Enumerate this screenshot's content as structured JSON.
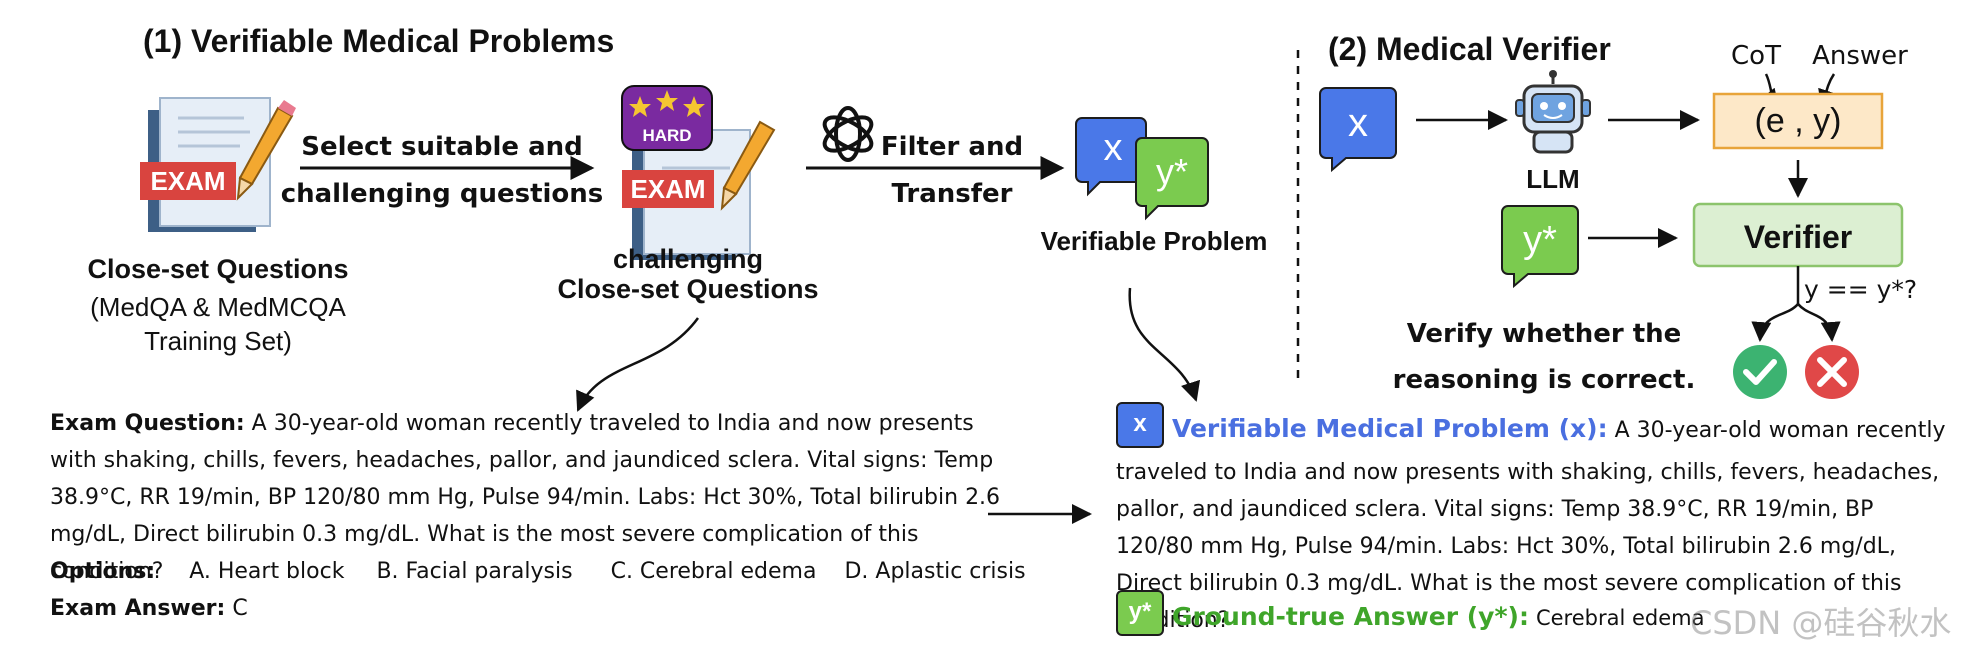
{
  "section1": {
    "title": "(1) Verifiable Medical Problems",
    "exam_label": "EXAM",
    "hard_label": "HARD",
    "step1_arrow_line1": "Select suitable and",
    "step1_arrow_line2": "challenging questions",
    "step2_arrow_line1": "Filter and",
    "step2_arrow_line2": "Transfer",
    "closeset_title": "Close-set Questions",
    "closeset_sub1": "(MedQA & MedMCQA",
    "closeset_sub2": "Training Set)",
    "challenging_line1": "challenging",
    "challenging_line2": "Close-set Questions",
    "verifiable_problem": "Verifiable Problem",
    "x_symbol": "x",
    "y_symbol": "y*"
  },
  "section2": {
    "title": "(2) Medical Verifier",
    "x_symbol": "x",
    "llm_label": "LLM",
    "cot_label": "CoT",
    "answer_label": "Answer",
    "ey_box": "(e , y)",
    "y_symbol": "y*",
    "verifier_label": "Verifier",
    "condition": "y == y*?",
    "verify_line1": "Verify whether the",
    "verify_line2": "reasoning is correct."
  },
  "exam": {
    "question_label": "Exam Question:",
    "question_text": "A 30-year-old woman recently traveled to India and now presents with shaking, chills, fevers, headaches, pallor, and jaundiced sclera. Vital signs: Temp 38.9°C, RR 19/min, BP 120/80 mm Hg, Pulse 94/min. Labs: Hct 30%, Total bilirubin 2.6 mg/dL, Direct bilirubin 0.3 mg/dL. What is the most severe complication of this condition?",
    "options_label": "Options:",
    "option_a": "A. Heart block",
    "option_b": "B. Facial paralysis",
    "option_c": "C. Cerebral edema",
    "option_d": "D. Aplastic crisis",
    "answer_label": "Exam Answer:",
    "answer_value": "C"
  },
  "verifiable": {
    "x_badge": "x",
    "label": "Verifiable Medical Problem (x):",
    "text": "A 30-year-old woman recently traveled to India and now presents with shaking, chills, fevers, headaches, pallor, and jaundiced sclera. Vital signs: Temp 38.9°C, RR 19/min, BP 120/80 mm Hg, Pulse 94/min. Labs: Hct 30%, Total bilirubin 2.6 mg/dL, Direct bilirubin 0.3 mg/dL. What is the most severe complication of this condition?",
    "y_badge": "y*",
    "answer_label": "Ground-true Answer (y*):",
    "answer_value": "Cerebral edema"
  },
  "watermark": "CSDN @硅谷秋水",
  "colors": {
    "x_blue": "#4a78e8",
    "y_green": "#7bcb4f",
    "ey_fill": "#fde8c8",
    "ey_stroke": "#e8a43a",
    "verifier_fill": "#dcefd2",
    "verifier_stroke": "#8cc46c",
    "check_green": "#3cb371",
    "cross_red": "#e04848",
    "label_blue": "#4a6fe0",
    "label_green": "#3fa52a"
  }
}
